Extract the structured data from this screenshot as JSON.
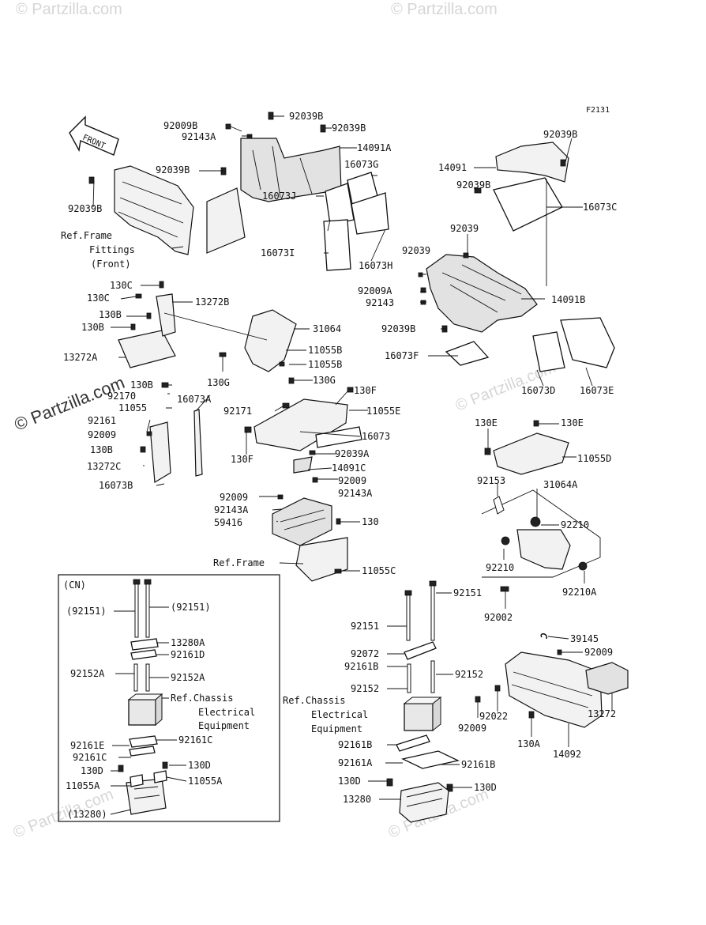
{
  "figure_code": "F2131",
  "watermarks": {
    "main": "© Partzilla.com",
    "repeat": "© Partzilla.com"
  },
  "front_arrow_label": "FRONT",
  "cn_box_label": "(CN)",
  "labels": {
    "92039B_top": "92039B",
    "92009B": "92009B",
    "92039B_mid": "92039B",
    "92143A_top": "92143A",
    "14091A": "14091A",
    "92039B_left": "92039B",
    "16073G": "16073G",
    "92039B_far": "92039B",
    "16073J": "16073J",
    "ref_frame_fittings": "Ref.Frame",
    "fittings": "Fittings",
    "front": "(Front)",
    "16073I": "16073I",
    "16073H": "16073H",
    "92039B_r1": "92039B",
    "14091": "14091",
    "92039B_r2": "92039B",
    "16073C": "16073C",
    "92039": "92039",
    "92039_b": "92039",
    "92009A": "92009A",
    "92143_r": "92143",
    "14091B": "14091B",
    "92039B_r3": "92039B",
    "16073F": "16073F",
    "16073D": "16073D",
    "16073E": "16073E",
    "130C_a": "130C",
    "130C_b": "130C",
    "13272B": "13272B",
    "130B_a": "130B",
    "130B_b": "130B",
    "31064": "31064",
    "13272A": "13272A",
    "11055B_a": "11055B",
    "11055B_b": "11055B",
    "130G_a": "130G",
    "130G_b": "130G",
    "130F_a": "130F",
    "130B_c": "130B",
    "92170": "92170",
    "16073A": "16073A",
    "11055": "11055",
    "92171": "92171",
    "11055E": "11055E",
    "92161": "92161",
    "92009_l": "92009",
    "16073": "16073",
    "130B_d": "130B",
    "13272C": "13272C",
    "130F_b": "130F",
    "92039A": "92039A",
    "14091C": "14091C",
    "16073B": "16073B",
    "92009_c": "92009",
    "92143A_c": "92143A",
    "92009_c2": "92009",
    "92143A_c2": "92143A",
    "59416": "59416",
    "130": "130",
    "ref_frame": "Ref.Frame",
    "11055C": "11055C",
    "130E_a": "130E",
    "130E_b": "130E",
    "11055D": "11055D",
    "92153": "92153",
    "31064A": "31064A",
    "92210_a": "92210",
    "92210_b": "92210",
    "92210A": "92210A",
    "92002": "92002",
    "cn_92151_a": "(92151)",
    "cn_92151_b": "(92151)",
    "cn_13280A": "13280A",
    "cn_92161D": "92161D",
    "cn_92152A_a": "92152A",
    "cn_92152A_b": "92152A",
    "cn_ref_chassis": "Ref.Chassis",
    "cn_electrical": "Electrical",
    "cn_equipment": "Equipment",
    "cn_92161E": "92161E",
    "cn_92161C_a": "92161C",
    "cn_92161C_b": "92161C",
    "cn_130D_a": "130D",
    "cn_130D_b": "130D",
    "cn_11055A_a": "11055A",
    "cn_11055A_b": "11055A",
    "cn_13280": "(13280)",
    "r_92151_a": "92151",
    "r_92151_b": "92151",
    "r_92072": "92072",
    "r_92161B_a": "92161B",
    "r_92152_a": "92152",
    "r_92152_b": "92152",
    "r_ref_chassis": "Ref.Chassis",
    "r_electrical": "Electrical",
    "r_equipment": "Equipment",
    "r_92161B_b": "92161B",
    "r_92161A": "92161A",
    "r_92161B_c": "92161B",
    "r_130D_a": "130D",
    "r_130D_b": "130D",
    "r_13280": "13280",
    "39145": "39145",
    "92009_r": "92009",
    "13272": "13272",
    "92022": "92022",
    "92009_r2": "92009",
    "130A": "130A",
    "14092": "14092"
  }
}
